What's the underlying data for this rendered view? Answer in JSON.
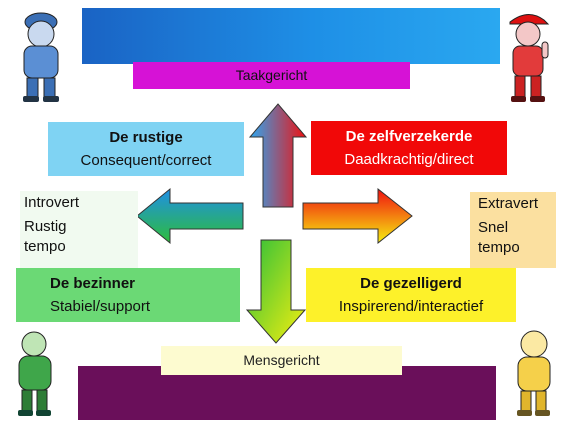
{
  "axis": {
    "top_label": "Taakgericht",
    "bottom_label": "Mensgericht"
  },
  "quadrants": {
    "top_left": {
      "title": "De rustige",
      "subtitle": "Consequent/correct"
    },
    "top_right": {
      "title": "De zelfverzekerde",
      "subtitle": "Daadkrachtig/direct"
    },
    "bottom_left": {
      "title": "De bezinner",
      "subtitle": "Stabiel/support"
    },
    "bottom_right": {
      "title": "De gezelligerd",
      "subtitle": "Inspirerend/interactief"
    }
  },
  "sides": {
    "left": {
      "line1": "Introvert",
      "line2": "Rustig",
      "line3": "tempo"
    },
    "right": {
      "line1": "Extravert",
      "line2": "Snel",
      "line3": "tempo"
    }
  },
  "colors": {
    "blue_band": "#1e8fe6",
    "purple_band": "#6a0f5a",
    "magenta": "#d612d6",
    "red": "#f10808",
    "green": "#6bd975",
    "yellow": "#fdf12a",
    "light_blue": "#7fd3f3"
  },
  "characters": {
    "top_left": "blue-cartoon-character-icon",
    "top_right": "red-cartoon-character-icon",
    "bottom_left": "green-cartoon-character-icon",
    "bottom_right": "yellow-cartoon-character-icon"
  }
}
